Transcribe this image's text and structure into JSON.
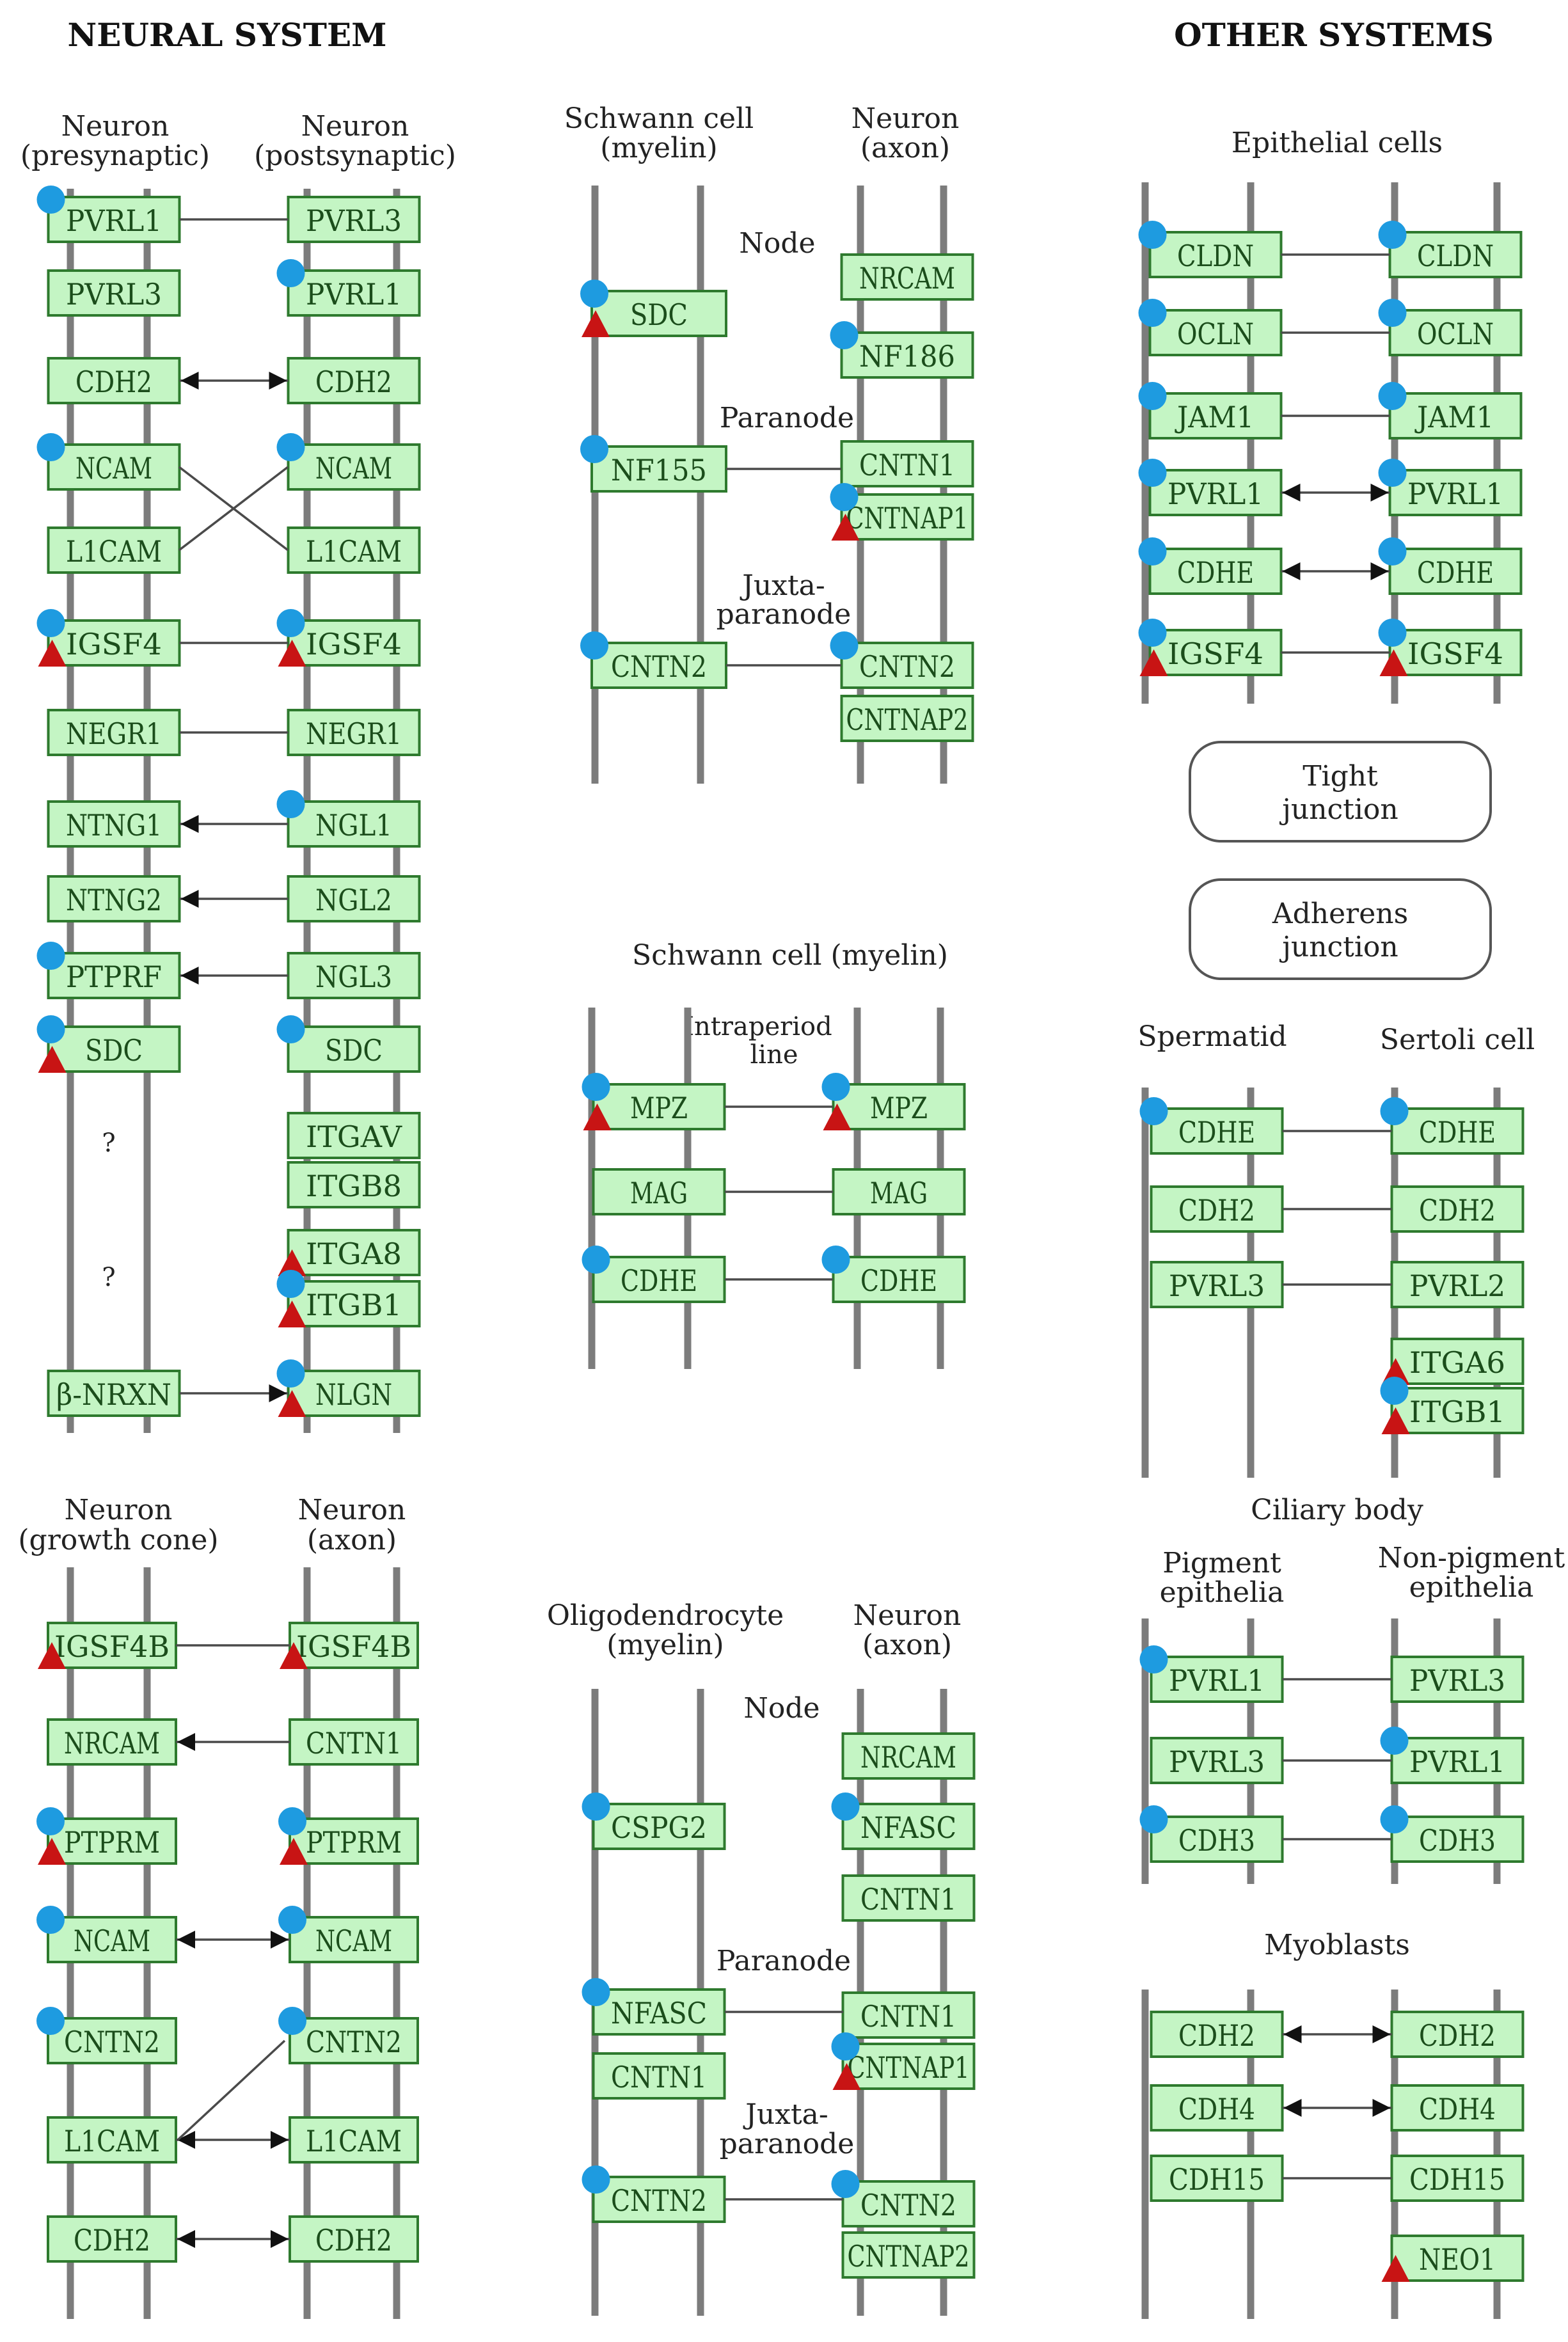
{
  "headers": {
    "neural": "NEURAL SYSTEM",
    "other": "OTHER SYSTEMS"
  },
  "panels": [
    {
      "id": "neural-1",
      "left_label": [
        "Neuron",
        "(presynaptic)"
      ],
      "right_label": [
        "Neuron",
        "(postsynaptic)"
      ],
      "rows": [
        {
          "left": "PVRL1",
          "right": "PVRL3",
          "link": "line",
          "marks": {
            "left": [
              "circle"
            ],
            "right": []
          }
        },
        {
          "left": "PVRL3",
          "right": "PVRL1",
          "link": "none",
          "marks": {
            "left": [],
            "right": [
              "circle"
            ]
          }
        },
        {
          "left": "CDH2",
          "right": "CDH2",
          "link": "double-arrow",
          "marks": {
            "left": [],
            "right": []
          }
        },
        {
          "left": "NCAM",
          "right": "NCAM",
          "link": "cross",
          "marks": {
            "left": [
              "circle"
            ],
            "right": [
              "circle"
            ]
          }
        },
        {
          "left": "L1CAM",
          "right": "L1CAM",
          "link": "none",
          "marks": {
            "left": [],
            "right": []
          }
        },
        {
          "left": "IGSF4",
          "right": "IGSF4",
          "link": "line",
          "marks": {
            "left": [
              "circle",
              "triangle"
            ],
            "right": [
              "circle",
              "triangle"
            ]
          }
        },
        {
          "left": "NEGR1",
          "right": "NEGR1",
          "link": "line",
          "marks": {
            "left": [],
            "right": []
          }
        },
        {
          "left": "NTNG1",
          "right": "NGL1",
          "link": "arrow-left",
          "marks": {
            "left": [],
            "right": [
              "circle"
            ]
          }
        },
        {
          "left": "NTNG2",
          "right": "NGL2",
          "link": "arrow-left",
          "marks": {
            "left": [],
            "right": []
          }
        },
        {
          "left": "PTPRF",
          "right": "NGL3",
          "link": "arrow-left",
          "marks": {
            "left": [
              "circle"
            ],
            "right": []
          }
        },
        {
          "left": "SDC",
          "right": "SDC",
          "link": "none",
          "marks": {
            "left": [
              "circle",
              "triangle"
            ],
            "right": [
              "circle"
            ]
          }
        },
        {
          "left": "",
          "right": "ITGAV",
          "link": "none",
          "marks": {
            "left": [],
            "right": []
          }
        },
        {
          "left": "",
          "right": "ITGB8",
          "link": "none",
          "marks": {
            "left": [],
            "right": []
          }
        },
        {
          "left": "",
          "right": "ITGA8",
          "link": "none",
          "marks": {
            "left": [],
            "right": [
              "triangle"
            ]
          }
        },
        {
          "left": "",
          "right": "ITGB1",
          "link": "none",
          "marks": {
            "left": [],
            "right": [
              "circle",
              "triangle"
            ]
          }
        },
        {
          "left": "β-NRXN",
          "right": "NLGN",
          "link": "arrow-right",
          "marks": {
            "left": [],
            "right": [
              "circle",
              "triangle"
            ]
          }
        }
      ],
      "question_marks": [
        "?",
        "?"
      ]
    },
    {
      "id": "neural-2",
      "left_label": [
        "Neuron",
        "(growth cone)"
      ],
      "right_label": [
        "Neuron",
        "(axon)"
      ],
      "rows": [
        {
          "left": "IGSF4B",
          "right": "IGSF4B",
          "link": "line",
          "marks": {
            "left": [
              "triangle"
            ],
            "right": [
              "triangle"
            ]
          }
        },
        {
          "left": "NRCAM",
          "right": "CNTN1",
          "link": "arrow-left",
          "marks": {
            "left": [],
            "right": []
          }
        },
        {
          "left": "PTPRM",
          "right": "PTPRM",
          "link": "none",
          "marks": {
            "left": [
              "circle",
              "triangle"
            ],
            "right": [
              "circle",
              "triangle"
            ]
          }
        },
        {
          "left": "NCAM",
          "right": "NCAM",
          "link": "double-arrow",
          "marks": {
            "left": [
              "circle"
            ],
            "right": [
              "circle"
            ]
          }
        },
        {
          "left": "CNTN2",
          "right": "CNTN2",
          "link": "none",
          "marks": {
            "left": [
              "circle"
            ],
            "right": [
              "circle"
            ]
          }
        },
        {
          "left": "L1CAM",
          "right": "L1CAM",
          "link": "double-arrow",
          "marks": {
            "left": [],
            "right": []
          }
        },
        {
          "left": "CDH2",
          "right": "CDH2",
          "link": "double-arrow",
          "marks": {
            "left": [],
            "right": []
          }
        }
      ]
    },
    {
      "id": "myelin-1",
      "left_label": [
        "Schwann cell",
        "(myelin)"
      ],
      "right_label": [
        "Neuron",
        "(axon)"
      ],
      "region_labels": [
        "Node",
        "Paranode",
        "Juxta-",
        "paranode"
      ],
      "left_genes": [
        {
          "name": "SDC",
          "marks": [
            "circle",
            "triangle"
          ]
        },
        {
          "name": "NF155",
          "marks": [
            "circle"
          ]
        },
        {
          "name": "CNTN2",
          "marks": [
            "circle"
          ]
        }
      ],
      "right_genes": [
        {
          "name": "NRCAM",
          "marks": []
        },
        {
          "name": "NF186",
          "marks": [
            "circle"
          ]
        },
        {
          "name": "CNTN1",
          "marks": []
        },
        {
          "name": "CNTNAP1",
          "marks": [
            "circle",
            "triangle"
          ]
        },
        {
          "name": "CNTN2",
          "marks": [
            "circle"
          ]
        },
        {
          "name": "CNTNAP2",
          "marks": []
        }
      ]
    },
    {
      "id": "myelin-2",
      "title": "Schwann cell (myelin)",
      "region_labels": [
        "Intraperiod",
        "line"
      ],
      "rows": [
        {
          "left": "MPZ",
          "right": "MPZ",
          "marks": {
            "left": [
              "circle",
              "triangle"
            ],
            "right": [
              "circle",
              "triangle"
            ]
          }
        },
        {
          "left": "MAG",
          "right": "MAG",
          "marks": {
            "left": [],
            "right": []
          }
        },
        {
          "left": "CDHE",
          "right": "CDHE",
          "marks": {
            "left": [
              "circle"
            ],
            "right": [
              "circle"
            ]
          }
        }
      ]
    },
    {
      "id": "myelin-3",
      "left_label": [
        "Oligodendrocyte",
        "(myelin)"
      ],
      "right_label": [
        "Neuron",
        "(axon)"
      ],
      "region_labels": [
        "Node",
        "Paranode",
        "Juxta-",
        "paranode"
      ],
      "left_genes": [
        {
          "name": "CSPG2",
          "marks": [
            "circle"
          ]
        },
        {
          "name": "NFASC",
          "marks": [
            "circle"
          ]
        },
        {
          "name": "CNTN1",
          "marks": []
        },
        {
          "name": "CNTN2",
          "marks": [
            "circle"
          ]
        }
      ],
      "right_genes": [
        {
          "name": "NRCAM",
          "marks": []
        },
        {
          "name": "NFASC",
          "marks": [
            "circle"
          ]
        },
        {
          "name": "CNTN1",
          "marks": []
        },
        {
          "name": "CNTN1",
          "marks": []
        },
        {
          "name": "CNTNAP1",
          "marks": [
            "circle",
            "triangle"
          ]
        },
        {
          "name": "CNTN2",
          "marks": [
            "circle"
          ]
        },
        {
          "name": "CNTNAP2",
          "marks": []
        }
      ]
    },
    {
      "id": "epithelial",
      "title": "Epithelial cells",
      "rows": [
        {
          "left": "CLDN",
          "right": "CLDN",
          "link": "line",
          "marks": {
            "left": [
              "circle"
            ],
            "right": [
              "circle"
            ]
          }
        },
        {
          "left": "OCLN",
          "right": "OCLN",
          "link": "line",
          "marks": {
            "left": [
              "circle"
            ],
            "right": [
              "circle"
            ]
          }
        },
        {
          "left": "JAM1",
          "right": "JAM1",
          "link": "line",
          "marks": {
            "left": [
              "circle"
            ],
            "right": [
              "circle"
            ]
          }
        },
        {
          "left": "PVRL1",
          "right": "PVRL1",
          "link": "double-arrow",
          "marks": {
            "left": [
              "circle"
            ],
            "right": [
              "circle"
            ]
          }
        },
        {
          "left": "CDHE",
          "right": "CDHE",
          "link": "double-arrow",
          "marks": {
            "left": [
              "circle"
            ],
            "right": [
              "circle"
            ]
          }
        },
        {
          "left": "IGSF4",
          "right": "IGSF4",
          "link": "line",
          "marks": {
            "left": [
              "circle",
              "triangle"
            ],
            "right": [
              "circle",
              "triangle"
            ]
          }
        }
      ],
      "junctions": [
        [
          "Tight",
          "junction"
        ],
        [
          "Adherens",
          "junction"
        ]
      ]
    },
    {
      "id": "spermatid",
      "left_label": [
        "Spermatid"
      ],
      "right_label": [
        "Sertoli cell"
      ],
      "rows": [
        {
          "left": "CDHE",
          "right": "CDHE",
          "link": "line",
          "marks": {
            "left": [
              "circle"
            ],
            "right": [
              "circle"
            ]
          }
        },
        {
          "left": "CDH2",
          "right": "CDH2",
          "link": "line",
          "marks": {
            "left": [],
            "right": []
          }
        },
        {
          "left": "PVRL3",
          "right": "PVRL2",
          "link": "line",
          "marks": {
            "left": [],
            "right": []
          }
        },
        {
          "left": "",
          "right": "ITGA6",
          "link": "none",
          "marks": {
            "left": [],
            "right": [
              "triangle"
            ]
          }
        },
        {
          "left": "",
          "right": "ITGB1",
          "link": "none",
          "marks": {
            "left": [],
            "right": [
              "circle",
              "triangle"
            ]
          }
        }
      ]
    },
    {
      "id": "ciliary",
      "title": "Ciliary body",
      "left_label": [
        "Pigment",
        "epithelia"
      ],
      "right_label": [
        "Non-pigment",
        "epithelia"
      ],
      "rows": [
        {
          "left": "PVRL1",
          "right": "PVRL3",
          "link": "line",
          "marks": {
            "left": [
              "circle"
            ],
            "right": []
          }
        },
        {
          "left": "PVRL3",
          "right": "PVRL1",
          "link": "line",
          "marks": {
            "left": [],
            "right": [
              "circle"
            ]
          }
        },
        {
          "left": "CDH3",
          "right": "CDH3",
          "link": "line",
          "marks": {
            "left": [
              "circle"
            ],
            "right": [
              "circle"
            ]
          }
        }
      ]
    },
    {
      "id": "myoblasts",
      "title": "Myoblasts",
      "rows": [
        {
          "left": "CDH2",
          "right": "CDH2",
          "link": "double-arrow",
          "marks": {
            "left": [],
            "right": []
          }
        },
        {
          "left": "CDH4",
          "right": "CDH4",
          "link": "double-arrow",
          "marks": {
            "left": [],
            "right": []
          }
        },
        {
          "left": "CDH15",
          "right": "CDH15",
          "link": "line",
          "marks": {
            "left": [],
            "right": []
          }
        },
        {
          "left": "",
          "right": "NEO1",
          "link": "none",
          "marks": {
            "left": [],
            "right": [
              "triangle"
            ]
          }
        }
      ]
    }
  ],
  "colors": {
    "gene_fill": "#c4f5c4",
    "gene_border": "#2e7a2e",
    "gene_text": "#1b4d1b",
    "circle_mark": "#1e9be0",
    "triangle_mark": "#c81414",
    "membrane": "#7c7c7c"
  }
}
